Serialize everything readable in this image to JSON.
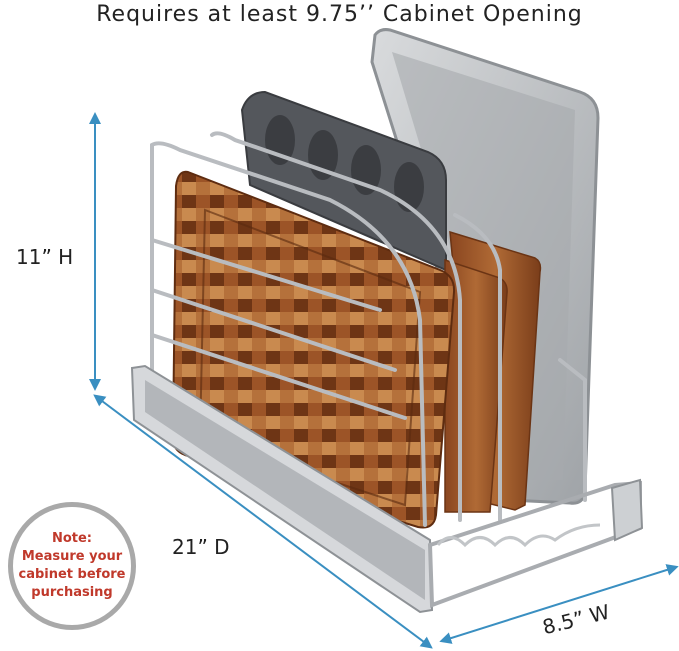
{
  "header": {
    "title": "Requires at least 9.75’’ Cabinet Opening"
  },
  "dimensions": {
    "height": "11” H",
    "depth": "21” D",
    "width": "8.5” W"
  },
  "note": {
    "lines": [
      "Note:",
      "Measure your",
      "cabinet before",
      "purchasing"
    ]
  },
  "colors": {
    "arrow": "#3a8fc1",
    "wood": "#a0562a",
    "chrome": "#c7c9cc",
    "pan_dark": "#4d5055",
    "tray": "#b7babd",
    "note_text": "#c0392b"
  },
  "icons": [
    "height-arrow-icon",
    "depth-arrow-icon",
    "width-arrow-icon"
  ]
}
